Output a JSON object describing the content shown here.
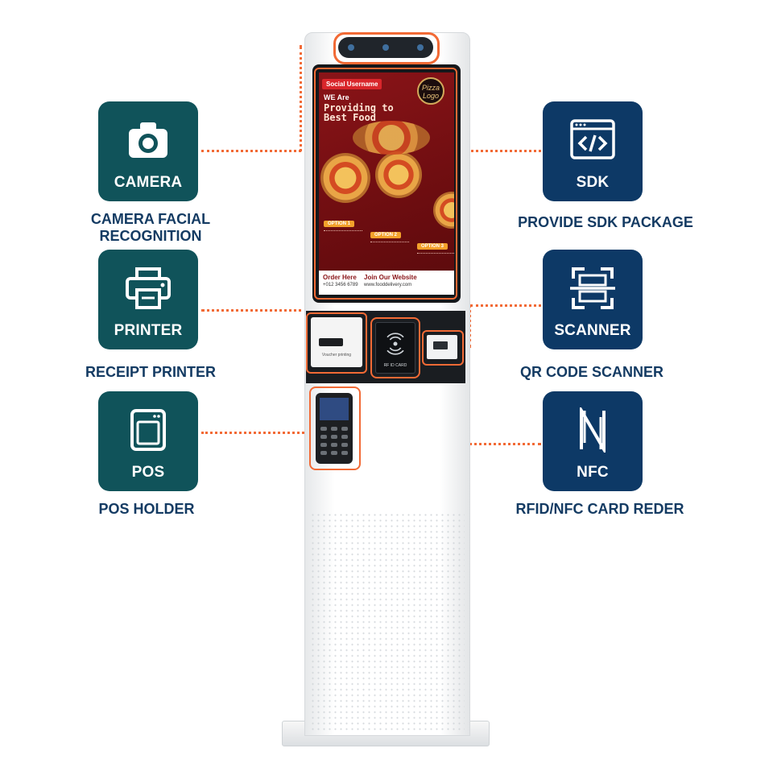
{
  "features": {
    "camera": {
      "tile_label": "CAMERA",
      "caption": "CAMERA FACIAL\nRECOGNITION",
      "icon": "camera-icon",
      "color": "#10535a"
    },
    "printer": {
      "tile_label": "PRINTER",
      "caption": "RECEIPT PRINTER",
      "icon": "printer-icon",
      "color": "#10535a"
    },
    "pos": {
      "tile_label": "POS",
      "caption": "POS HOLDER",
      "icon": "window-icon",
      "color": "#10535a"
    },
    "sdk": {
      "tile_label": "SDK",
      "caption": "PROVIDE SDK  PACKAGE",
      "icon": "code-window-icon",
      "color": "#0d3966"
    },
    "scanner": {
      "tile_label": "SCANNER",
      "caption": "QR CODE SCANNER",
      "icon": "scan-frame-icon",
      "color": "#0d3966"
    },
    "nfc": {
      "tile_label": "NFC",
      "caption": "RFID/NFC CARD REDER",
      "icon": "nfc-icon",
      "color": "#0d3966"
    }
  },
  "kiosk": {
    "screen": {
      "social_username": "Social Username",
      "logo_line1": "Pizza",
      "logo_line2": "Logo",
      "we_are": "WE Are",
      "headline_line1": "Providing to",
      "headline_line2": "Best Food",
      "options": [
        "OPTION 1",
        "OPTION 2",
        "OPTION 3"
      ],
      "order_title": "Order Here",
      "order_phone": "+012 3456 6789",
      "website_title": "Join Our Website",
      "website_url": "www.fooddelivery.com"
    },
    "printer_label": "Voucher printing",
    "rfid_label": "RF ID CARD"
  },
  "colors": {
    "accent": "#f26a35",
    "teal_tile": "#10535a",
    "navy_tile": "#0d3966",
    "caption_text": "#143b63"
  }
}
